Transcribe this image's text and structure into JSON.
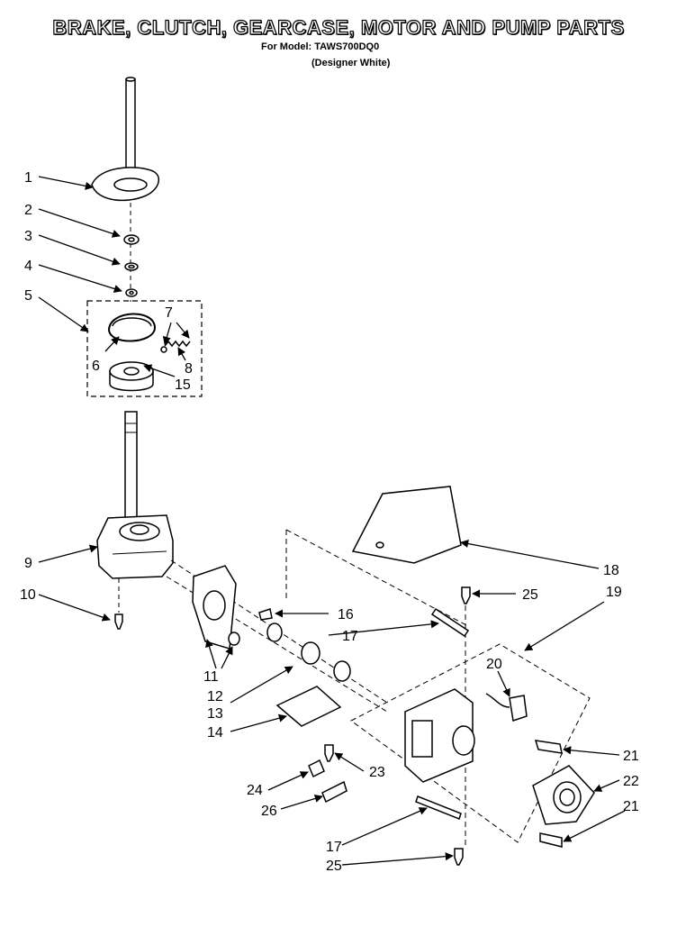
{
  "title": "BRAKE, CLUTCH, GEARCASE, MOTOR AND PUMP PARTS",
  "subtitle_model": "For Model: TAWS700DQ0",
  "subtitle_color": "(Designer White)",
  "callouts": [
    "1",
    "2",
    "3",
    "4",
    "5",
    "6",
    "7",
    "8",
    "15",
    "9",
    "10",
    "16",
    "17",
    "11",
    "12",
    "13",
    "14",
    "18",
    "25",
    "19",
    "20",
    "21",
    "22",
    "21",
    "23",
    "24",
    "26",
    "17",
    "25"
  ]
}
